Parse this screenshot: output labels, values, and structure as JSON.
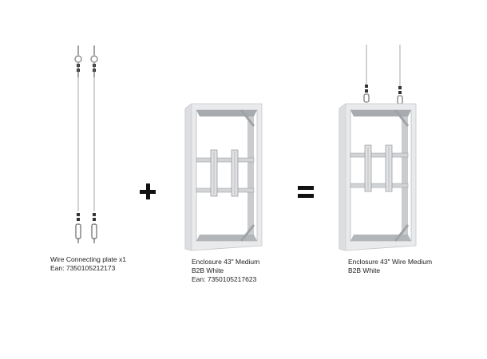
{
  "products": [
    {
      "id": "wire-kit",
      "lines": [
        "Wire Connecting plate x1",
        "Ean: 7350105212173"
      ]
    },
    {
      "id": "enclosure",
      "lines": [
        "Enclosure 43\" Medium",
        "B2B White",
        "Ean: 7350105217623"
      ]
    },
    {
      "id": "enclosure-wire",
      "lines": [
        "Enclosure 43\" Wire Medium",
        "B2B White"
      ]
    }
  ],
  "operators": {
    "plus": "+",
    "equals": "="
  },
  "colors": {
    "background": "#ffffff",
    "frame": "#e9eaeb",
    "frame_shadow": "#b9bcbf",
    "inner_metal": "#a7aaae",
    "wire": "#8a8d90",
    "operator": "#111111",
    "text": "#222222"
  }
}
